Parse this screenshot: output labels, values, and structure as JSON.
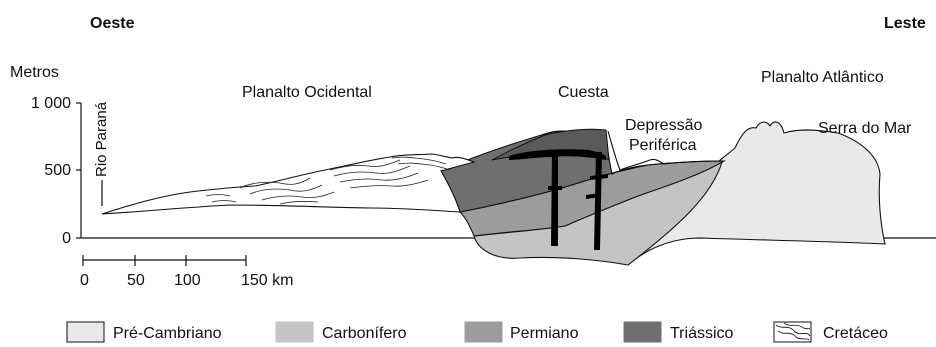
{
  "directions": {
    "west": "Oeste",
    "east": "Leste"
  },
  "y_axis": {
    "title": "Metros",
    "ticks": [
      "1 000",
      "500",
      "0"
    ],
    "river": "Rio Paraná"
  },
  "scale_bar": {
    "ticks": [
      "0",
      "50",
      "100",
      "150 km"
    ]
  },
  "regions": {
    "planalto_ocidental": "Planalto Ocidental",
    "cuesta": "Cuesta",
    "depressao_line1": "Depressão",
    "depressao_line2": "Periférica",
    "planalto_atlantico": "Planalto Atlântico",
    "serra_do_mar": "Serra do Mar"
  },
  "legend": [
    {
      "label": "Pré-Cambriano",
      "color": "#e9e9e9"
    },
    {
      "label": "Carbonífero",
      "color": "#c4c4c4"
    },
    {
      "label": "Permiano",
      "color": "#9c9c9c"
    },
    {
      "label": "Triássico",
      "color": "#6f6f6f"
    },
    {
      "label": "Cretáceo",
      "color": "#ffffff",
      "pattern": "wavy-lines"
    }
  ]
}
